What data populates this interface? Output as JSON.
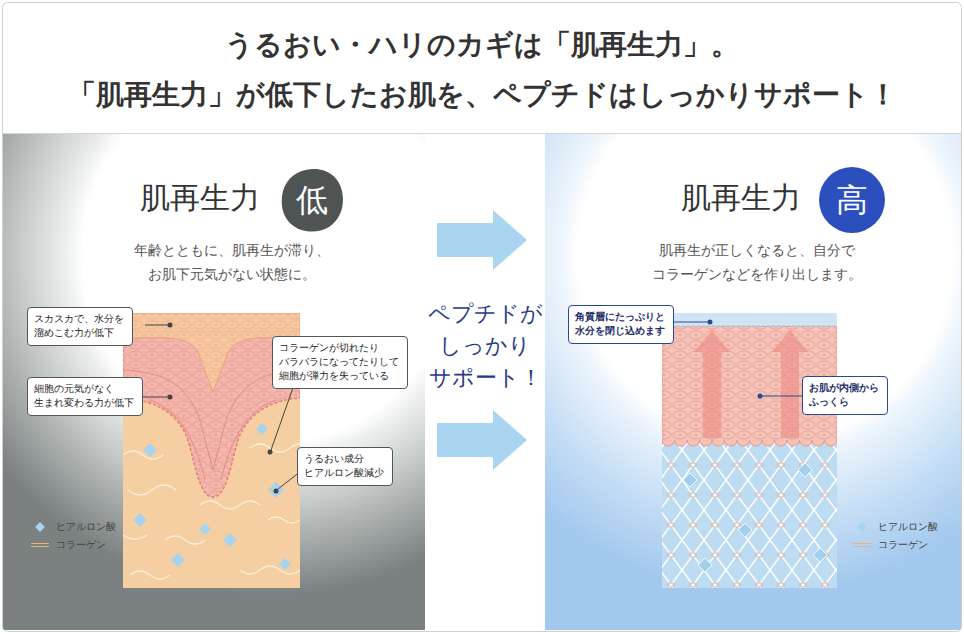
{
  "diagram": {
    "title": "うるおい・ハリのカギは「肌再生力」。 「肌再生力」が低下したお肌を、ペプチドはしっかりサポート！",
    "nodes": [
      {
        "text": [
          "肌再生力",
          "年齢とともに、肌再生が滞り、 お肌下元気がない状態に。"
        ]
      },
      {
        "text": [
          "低"
        ],
        "in": 0
      },
      {
        "text": [
          "スカスカで、水分を 溜めこむ力が低下"
        ],
        "in": 0
      },
      {
        "text": [
          "細胞の元気がなく 生まれ変わる力が低下"
        ],
        "in": 0
      },
      {
        "text": [
          "コラーゲンが切れたり バラバラになってたりして 細胞が弾力を失っている"
        ],
        "in": 0
      },
      {
        "text": [
          "うるおい成分 ヒアルロン酸減少"
        ],
        "in": 0
      },
      {
        "text": [
          "肌再生力",
          "肌再生が正しくなると、自分で コラーゲンなどを作り出します。"
        ]
      },
      {
        "text": [
          "高"
        ],
        "in": 6
      },
      {
        "text": [
          "角質層にたっぷりと 水分を閉じ込めます"
        ],
        "in": 6
      },
      {
        "text": [
          "お肌が内側から ふっくら"
        ],
        "in": 6
      }
    ],
    "edges": [
      {
        "from": 0,
        "to": 6,
        "arrow": "to"
      },
      {
        "from": 0,
        "to": 6,
        "arrow": "to"
      }
    ],
    "labels": [
      "ペプチドが しっかり サポート！"
    ],
    "legend": [
      {
        "text": "ヒアルロン酸"
      },
      {
        "text": "コラーゲン"
      },
      {
        "text": "ヒアルロン酸"
      },
      {
        "text": "コラーゲン"
      }
    ]
  }
}
